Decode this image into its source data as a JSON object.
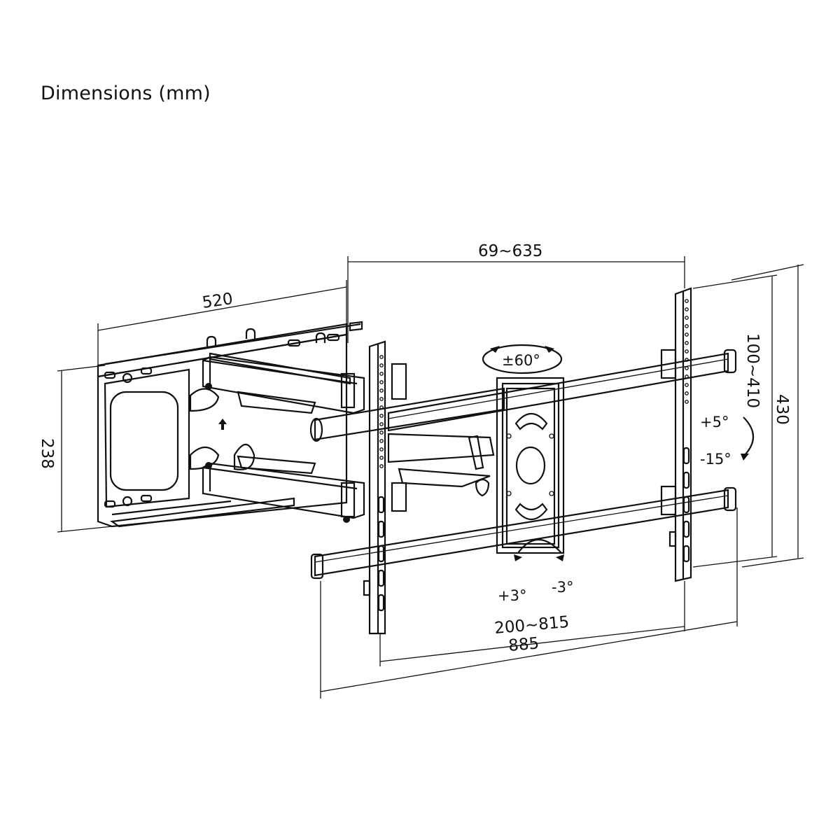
{
  "title": "Dimensions (mm)",
  "dimensions": {
    "arm_length": "520",
    "horizontal_adjust": "69~635",
    "wall_plate_height": "238",
    "vertical_hole_range": "100~410",
    "total_height": "430",
    "horizontal_hole_range": "200~815",
    "total_width": "885"
  },
  "angles": {
    "swivel": "±60°",
    "tilt_up": "+5°",
    "tilt_down": "-15°",
    "roll_plus": "+3°",
    "roll_minus": "-3°"
  },
  "colors": {
    "line": "#111111",
    "background": "#ffffff"
  }
}
